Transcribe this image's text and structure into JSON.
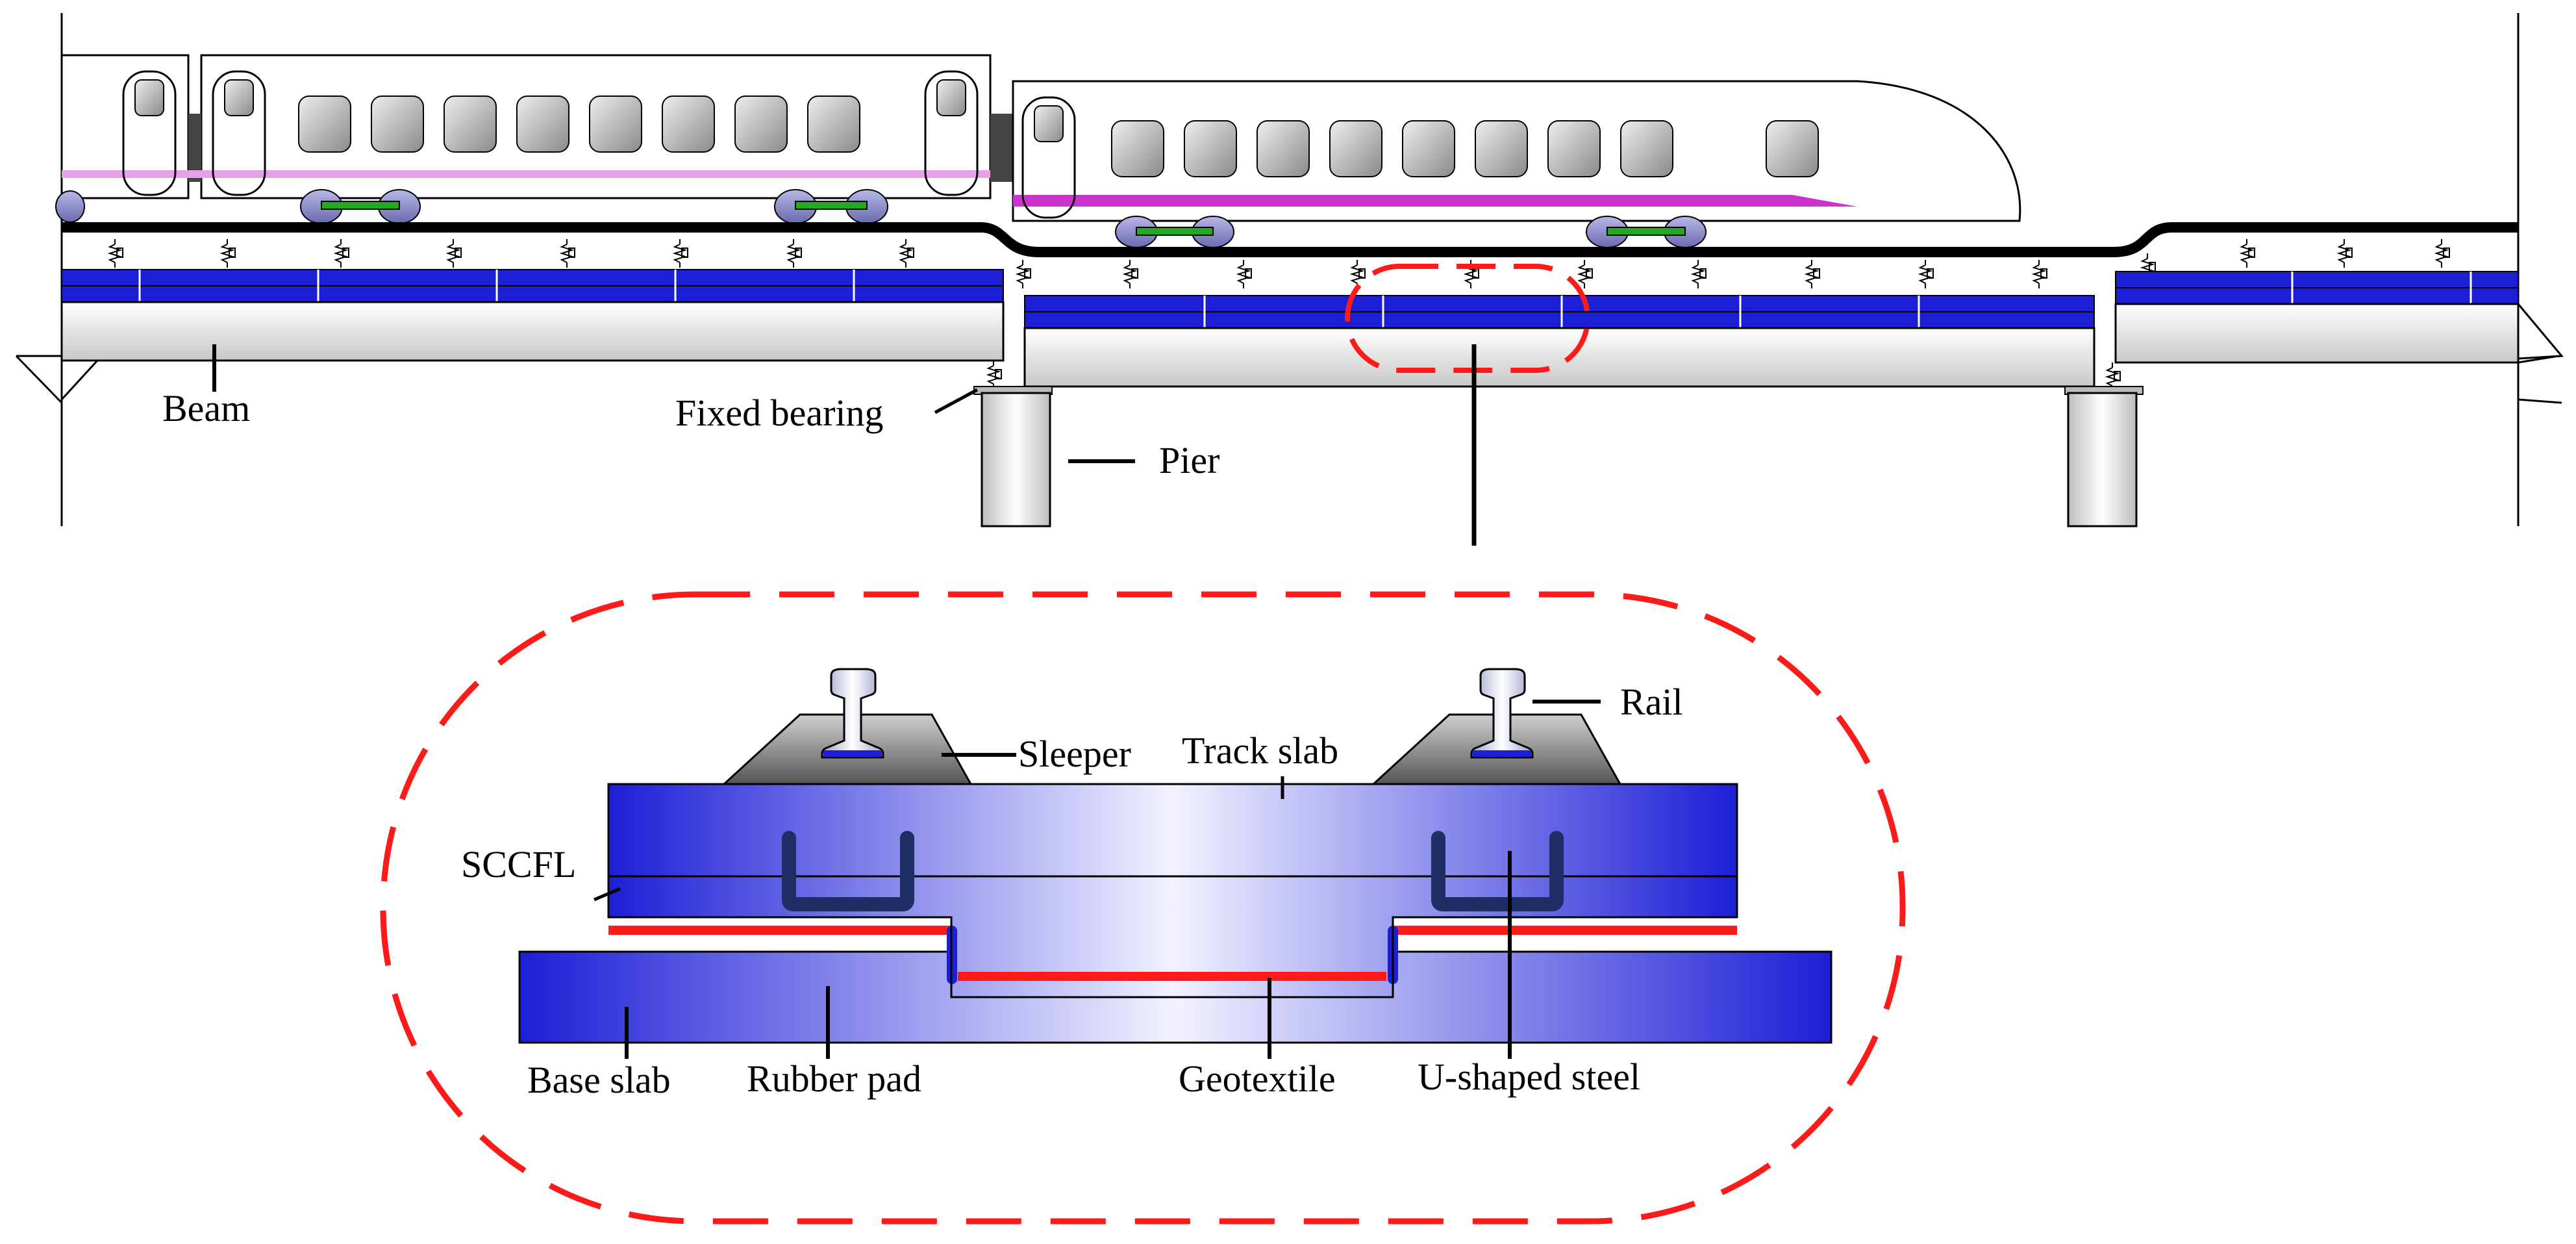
{
  "labels": {
    "beam": "Beam",
    "fixed_bearing": "Fixed bearing",
    "pier": "Pier",
    "rail": "Rail",
    "sleeper": "Sleeper",
    "track_slab": "Track slab",
    "sccfl": "SCCFL",
    "base_slab": "Base slab",
    "rubber_pad": "Rubber pad",
    "geotextile": "Geotextile",
    "u_shaped_steel": "U-shaped steel"
  },
  "colors": {
    "slab_blue": "#1c1fd6",
    "highlight_red": "#ff1a1a",
    "train_accent": "#cc33cc",
    "bogie_purple": "#8a8ad0",
    "steel_dark": "#1f2f66",
    "spring_green": "#22aa22"
  }
}
